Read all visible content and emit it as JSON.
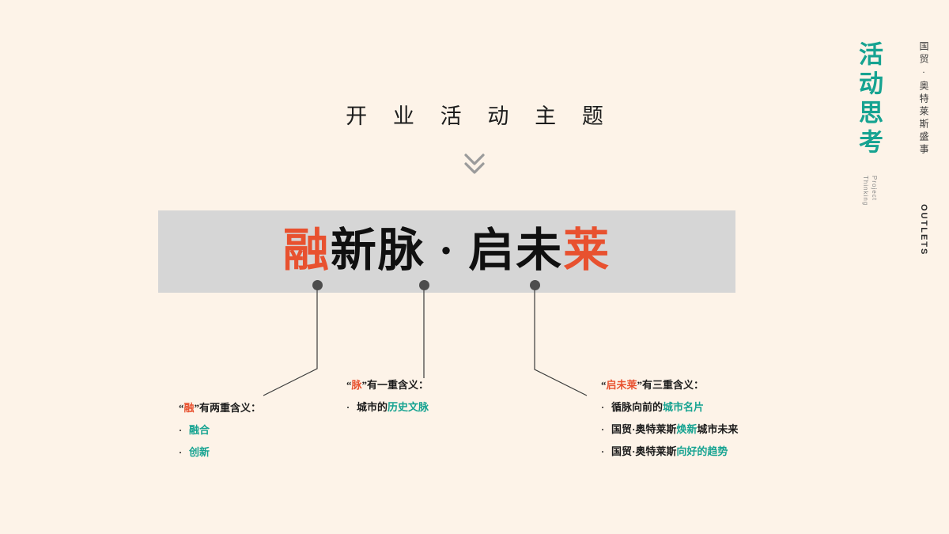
{
  "page": {
    "background_color": "#fdf3e8",
    "section_title": "开 业 活 动 主 题",
    "chevron_icon": "double-chevron-down-icon"
  },
  "banner": {
    "background_color": "#d6d6d6",
    "headline_parts": [
      {
        "text": "融",
        "color": "#e8512f"
      },
      {
        "text": "新脉 · 启未",
        "color": "#101010"
      },
      {
        "text": "莱",
        "color": "#e8512f"
      }
    ],
    "headline_full": "融新脉 · 启未莱"
  },
  "accent_colors": {
    "red": "#e8512f",
    "teal": "#16a391",
    "dot": "#4d4d4d",
    "text": "#1b1b1b"
  },
  "notes": [
    {
      "id": "rong",
      "keyword": "融",
      "head_prefix": "“",
      "head_suffix": "”有两重含义：",
      "head_full": "“融”有两重含义：",
      "items": [
        {
          "bullet": "·",
          "plain": "",
          "highlight": "融合"
        },
        {
          "bullet": "·",
          "plain": "",
          "highlight": "创新"
        }
      ]
    },
    {
      "id": "mai",
      "keyword": "脉",
      "head_prefix": "“",
      "head_suffix": "”有一重含义：",
      "head_full": "“脉”有一重含义：",
      "items": [
        {
          "bullet": "·",
          "plain": "城市的",
          "highlight": "历史文脉"
        }
      ]
    },
    {
      "id": "qiweilai",
      "keyword": "启未莱",
      "head_prefix": "“",
      "head_suffix": "”有三重含义：",
      "head_full": "“启未莱”有三重含义：",
      "items": [
        {
          "bullet": "·",
          "plain": "循脉向前的",
          "highlight": "城市名片",
          "tail": ""
        },
        {
          "bullet": "·",
          "plain": "国贸·奥特莱斯",
          "highlight": "焕新",
          "tail": "城市未来"
        },
        {
          "bullet": "·",
          "plain": "国贸·奥特莱斯",
          "highlight": "向好的趋势",
          "tail": ""
        }
      ]
    }
  ],
  "sidebar": {
    "title": "活动思考",
    "subtitle_line1": "Project",
    "subtitle_line2": "Thinking",
    "brand_cn": "国贸·奥特莱斯盛事",
    "brand_en": "OUTLETS"
  }
}
